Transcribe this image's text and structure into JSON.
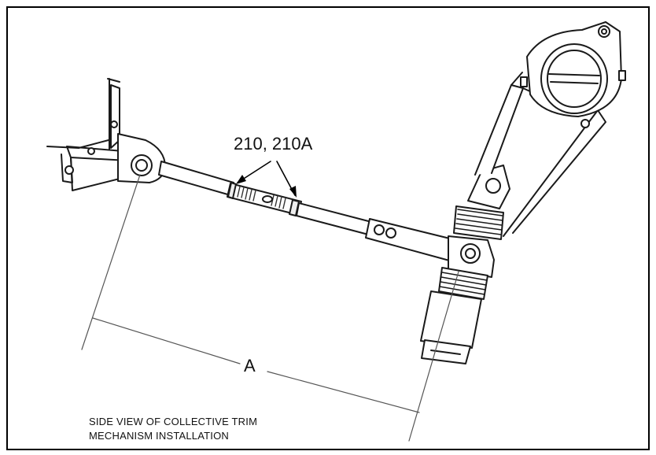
{
  "figure": {
    "callout_label": "210, 210A",
    "dimension_label": "A",
    "caption_line1": "SIDE VIEW OF COLLECTIVE TRIM",
    "caption_line2": "MECHANISM INSTALLATION"
  },
  "colors": {
    "line": "#1a1a1a",
    "fill": "#ffffff",
    "border": "#000000",
    "thread": "#333333"
  }
}
